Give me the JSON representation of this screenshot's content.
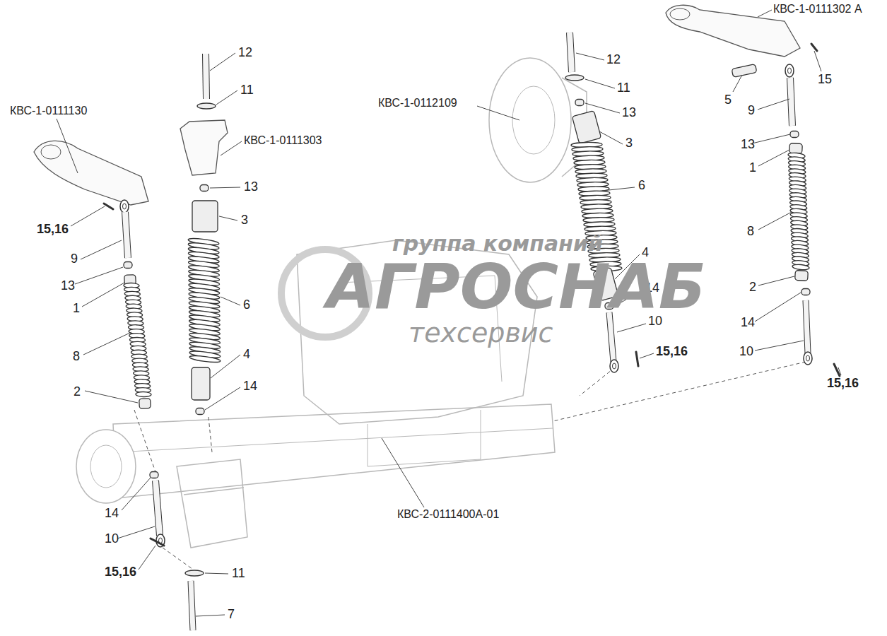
{
  "diagram": {
    "labels": [
      "КВС-1-0111130",
      "15,16",
      "9",
      "13",
      "1",
      "8",
      "2",
      "14",
      "10",
      "15,16",
      "11",
      "7",
      "12",
      "11",
      "КВС-1-0111303",
      "13",
      "3",
      "6",
      "4",
      "14",
      "КВС-2-0111400А-01",
      "КВС-1-0112109",
      "12",
      "11",
      "13",
      "3",
      "6",
      "4",
      "14",
      "10",
      "15,16",
      "КВС-1-0111302 А",
      "15",
      "5",
      "9",
      "13",
      "1",
      "8",
      "2",
      "14",
      "10",
      "15,16",
      "группа компаний",
      "АГРОСНАБ",
      "техсервис"
    ]
  }
}
